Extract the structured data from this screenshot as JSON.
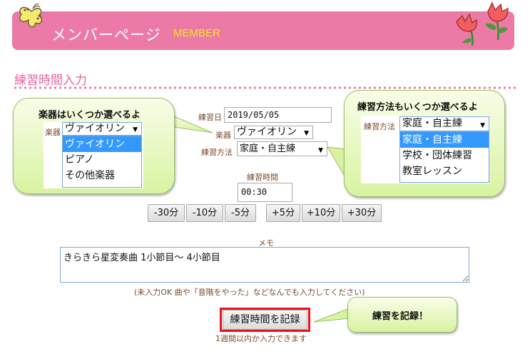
{
  "header": {
    "title": "メンバーページ",
    "subtitle": "MEMBER",
    "colors": {
      "banner": "#ec7aa6",
      "title": "#ffffff",
      "subtitle": "#f5e51d"
    },
    "icons": [
      "butterfly-icon",
      "tulips-icon"
    ]
  },
  "section": {
    "title": "練習時間入力"
  },
  "form": {
    "date_label": "練習日",
    "date_value": "2019/05/05",
    "instrument_label": "楽器",
    "instrument_value": "ヴァイオリン",
    "method_label": "練習方法",
    "method_value": "家庭・自主練",
    "duration_label": "練習時間",
    "duration_value": "00:30",
    "adjust_buttons": [
      "-30分",
      "-10分",
      "-5分",
      "+5分",
      "+10分",
      "+30分"
    ],
    "memo_label": "メモ",
    "memo_value": "きらきら星変奏曲 1小節目～ 4小節目",
    "memo_note": "(未入力OK 曲や「音階をやった」などなんでも入力してください)",
    "submit_label": "練習時間を記録",
    "submit_note": "1週間以内か入力できます"
  },
  "callouts": {
    "instrument": {
      "title": "楽器はいくつか選べるよ",
      "label": "楽器",
      "selected": "ヴァイオリン",
      "options": [
        "ヴァイオリン",
        "ピアノ",
        "その他楽器"
      ]
    },
    "method": {
      "title": "練習方法もいくつか選べるよ",
      "label": "練習方法",
      "selected": "家庭・自主練",
      "options": [
        "家庭・自主練",
        "学校・団体練習",
        "教室レッスン"
      ]
    },
    "record": {
      "title": "練習を記録！"
    }
  }
}
